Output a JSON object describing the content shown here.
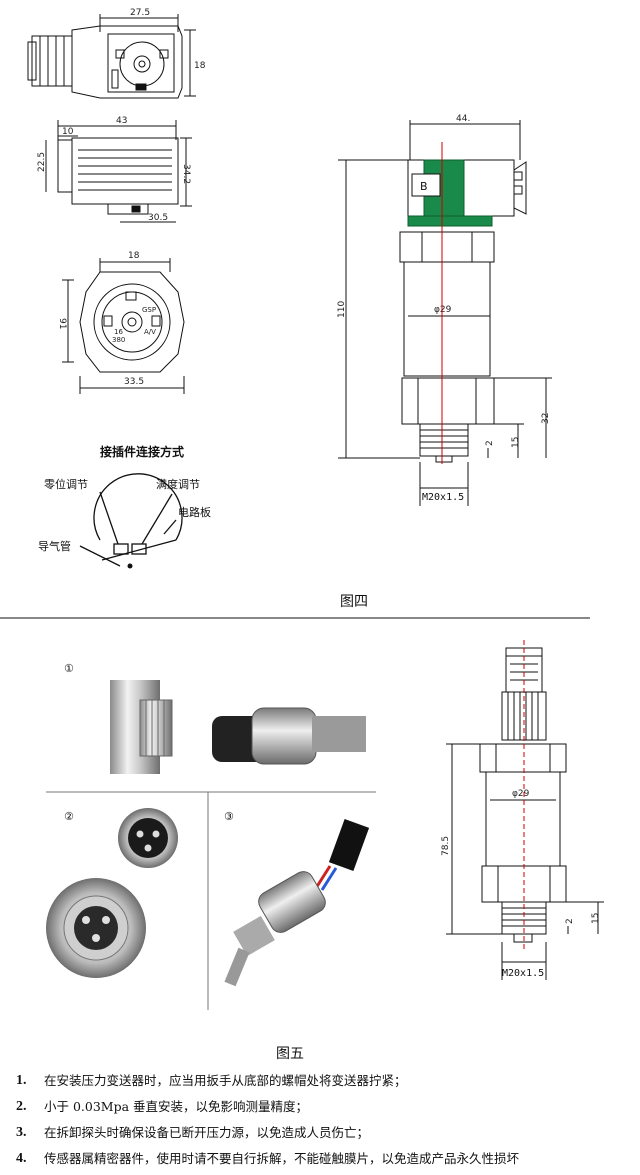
{
  "connector_top": {
    "width": "27.5",
    "height": "18"
  },
  "connector_side": {
    "width": "43",
    "step": "10",
    "height": "34.2",
    "left_h": "22.5",
    "bottom_w": "30.5"
  },
  "connector_front": {
    "width": "18",
    "left_h": "91",
    "bottom_w": "33.5",
    "mark_gsp": "GSP",
    "mark_16": "16",
    "mark_380": "380",
    "mark_av": "A/V"
  },
  "sensor4": {
    "top_w": "44.",
    "total_h": "110",
    "dia": "φ29",
    "h32": "32",
    "h15": "15",
    "h2": "2",
    "thread": "M20x1.5",
    "label_b": "B"
  },
  "wiring": {
    "title": "接插件连接方式",
    "zero": "零位调节",
    "full": "满度调节",
    "board": "电路板",
    "vent": "导气管"
  },
  "caption4": "图四",
  "photos": {
    "n1": "①",
    "n2": "②",
    "n3": "③"
  },
  "sensor5": {
    "dia": "φ29",
    "total_h": "78.5",
    "h15": "15",
    "h2": "2",
    "thread": "M20x1.5"
  },
  "caption5": "图五",
  "notes": [
    {
      "num": "1.",
      "text": "在安装压力变送器时，应当用扳手从底部的螺帽处将变送器拧紧；"
    },
    {
      "num": "2.",
      "text": "小于 0.03Mpa 垂直安装，以免影响测量精度；"
    },
    {
      "num": "3.",
      "text": "在拆卸探头时确保设备已断开压力源，以免造成人员伤亡；"
    },
    {
      "num": "4.",
      "text": "传感器属精密器件，使用时请不要自行拆解，不能碰触膜片，以免造成产品永久性损坏"
    }
  ]
}
